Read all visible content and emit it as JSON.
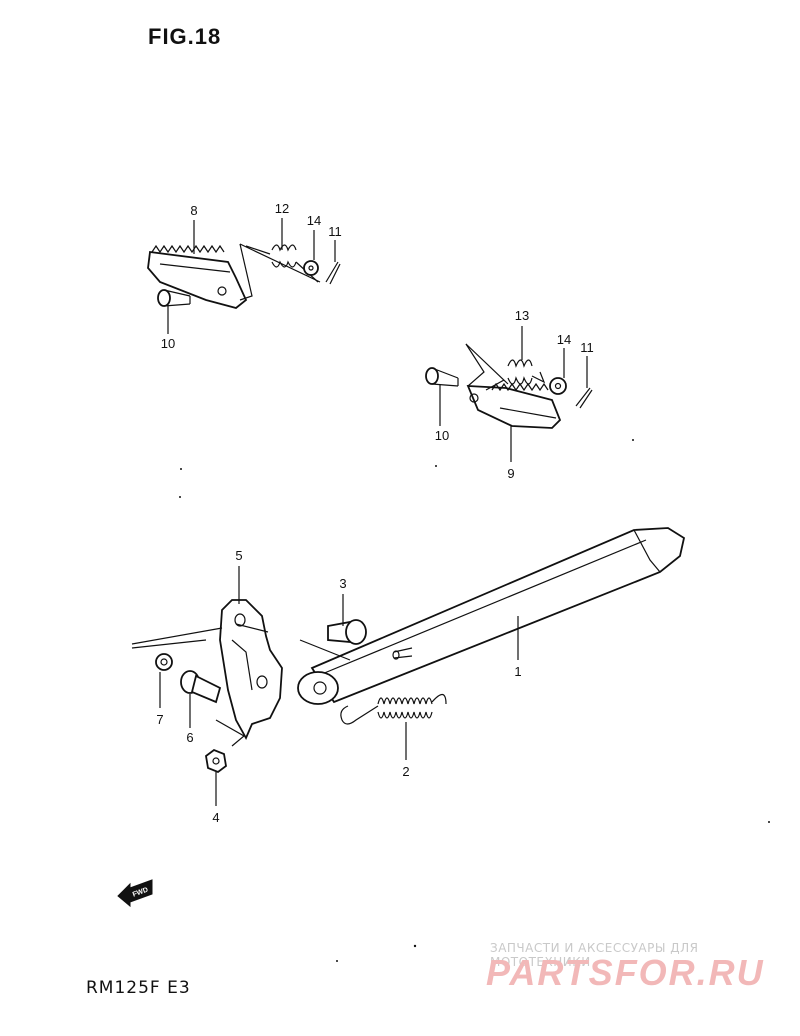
{
  "figure": {
    "title": "FIG.18",
    "model": "RM125F  E3"
  },
  "callouts": {
    "c1": "1",
    "c2": "2",
    "c3": "3",
    "c4": "4",
    "c5": "5",
    "c6": "6",
    "c7": "7",
    "c8": "8",
    "c9": "9",
    "c10a": "10",
    "c10b": "10",
    "c11a": "11",
    "c11b": "11",
    "c12": "12",
    "c13": "13",
    "c14a": "14",
    "c14b": "14"
  },
  "direction_badge": "FWD",
  "watermark": {
    "tagline": "ЗАПЧАСТИ И АКСЕССУАРЫ ДЛЯ МОТОТЕХНИКИ",
    "logo": "PARTSFOR.RU"
  }
}
